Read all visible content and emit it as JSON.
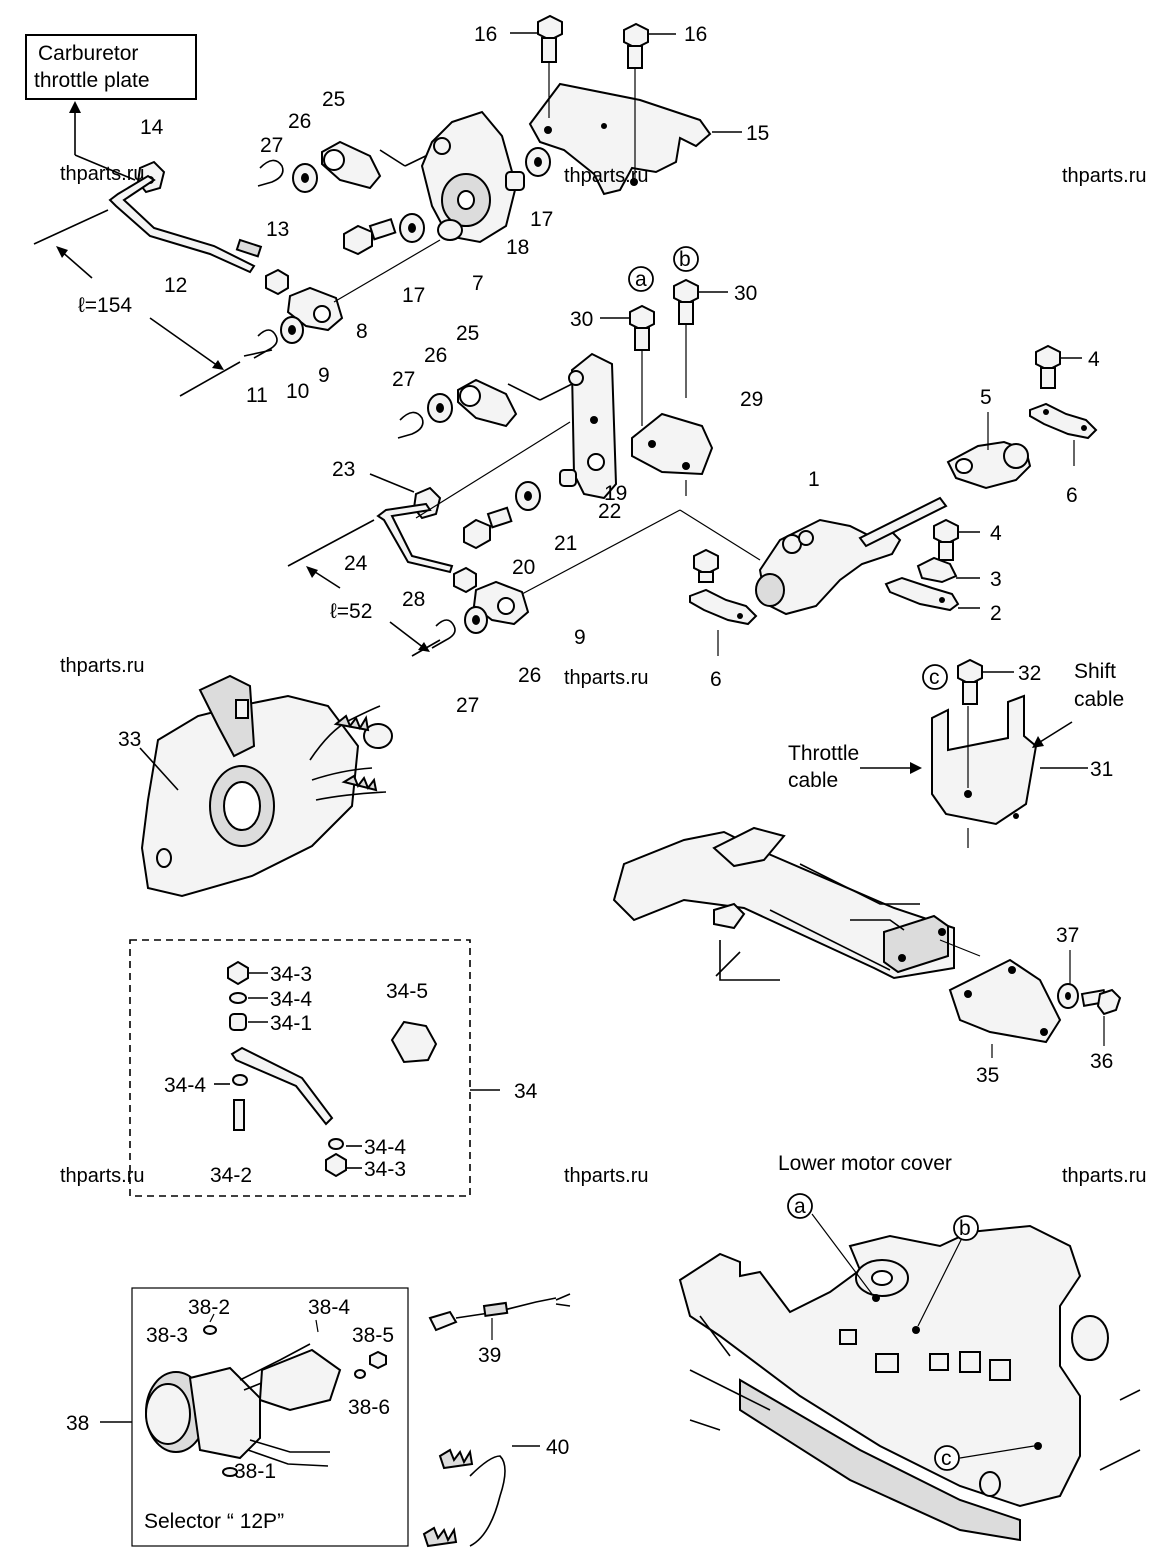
{
  "labels": {
    "carb_line1": "Carburetor",
    "carb_line2": "throttle plate",
    "len154": "ℓ=154",
    "len52": "ℓ=52",
    "shift_line1": "Shift",
    "shift_line2": "cable",
    "throttle_line1": "Throttle",
    "throttle_line2": "cable",
    "lower_cover": "Lower motor cover",
    "selector": "Selector “ 12P”"
  },
  "watermark": "thparts.ru",
  "circles": {
    "a": "a",
    "b": "b",
    "c": "c"
  },
  "callouts": {
    "n1": "1",
    "n2": "2",
    "n3": "3",
    "n4a": "4",
    "n4b": "4",
    "n5": "5",
    "n6a": "6",
    "n6b": "6",
    "n7": "7",
    "n8": "8",
    "n9a": "9",
    "n9b": "9",
    "n10": "10",
    "n11": "11",
    "n12": "12",
    "n13": "13",
    "n14": "14",
    "n15": "15",
    "n16a": "16",
    "n16b": "16",
    "n17a": "17",
    "n17b": "17",
    "n18": "18",
    "n19": "19",
    "n20": "20",
    "n21": "21",
    "n22": "22",
    "n23": "23",
    "n24": "24",
    "n25a": "25",
    "n25b": "25",
    "n26a": "26",
    "n26b": "26",
    "n26c": "26",
    "n27a": "27",
    "n27b": "27",
    "n27c": "27",
    "n28": "28",
    "n29": "29",
    "n30a": "30",
    "n30b": "30",
    "n31": "31",
    "n32": "32",
    "n33": "33",
    "n34": "34",
    "n34_1": "34-1",
    "n34_2": "34-2",
    "n34_3a": "34-3",
    "n34_3b": "34-3",
    "n34_4a": "34-4",
    "n34_4b": "34-4",
    "n34_4c": "34-4",
    "n34_5": "34-5",
    "n35": "35",
    "n36": "36",
    "n37": "37",
    "n38": "38",
    "n38_1": "38-1",
    "n38_2": "38-2",
    "n38_3": "38-3",
    "n38_4": "38-4",
    "n38_5": "38-5",
    "n38_6": "38-6",
    "n39": "39",
    "n40": "40"
  }
}
